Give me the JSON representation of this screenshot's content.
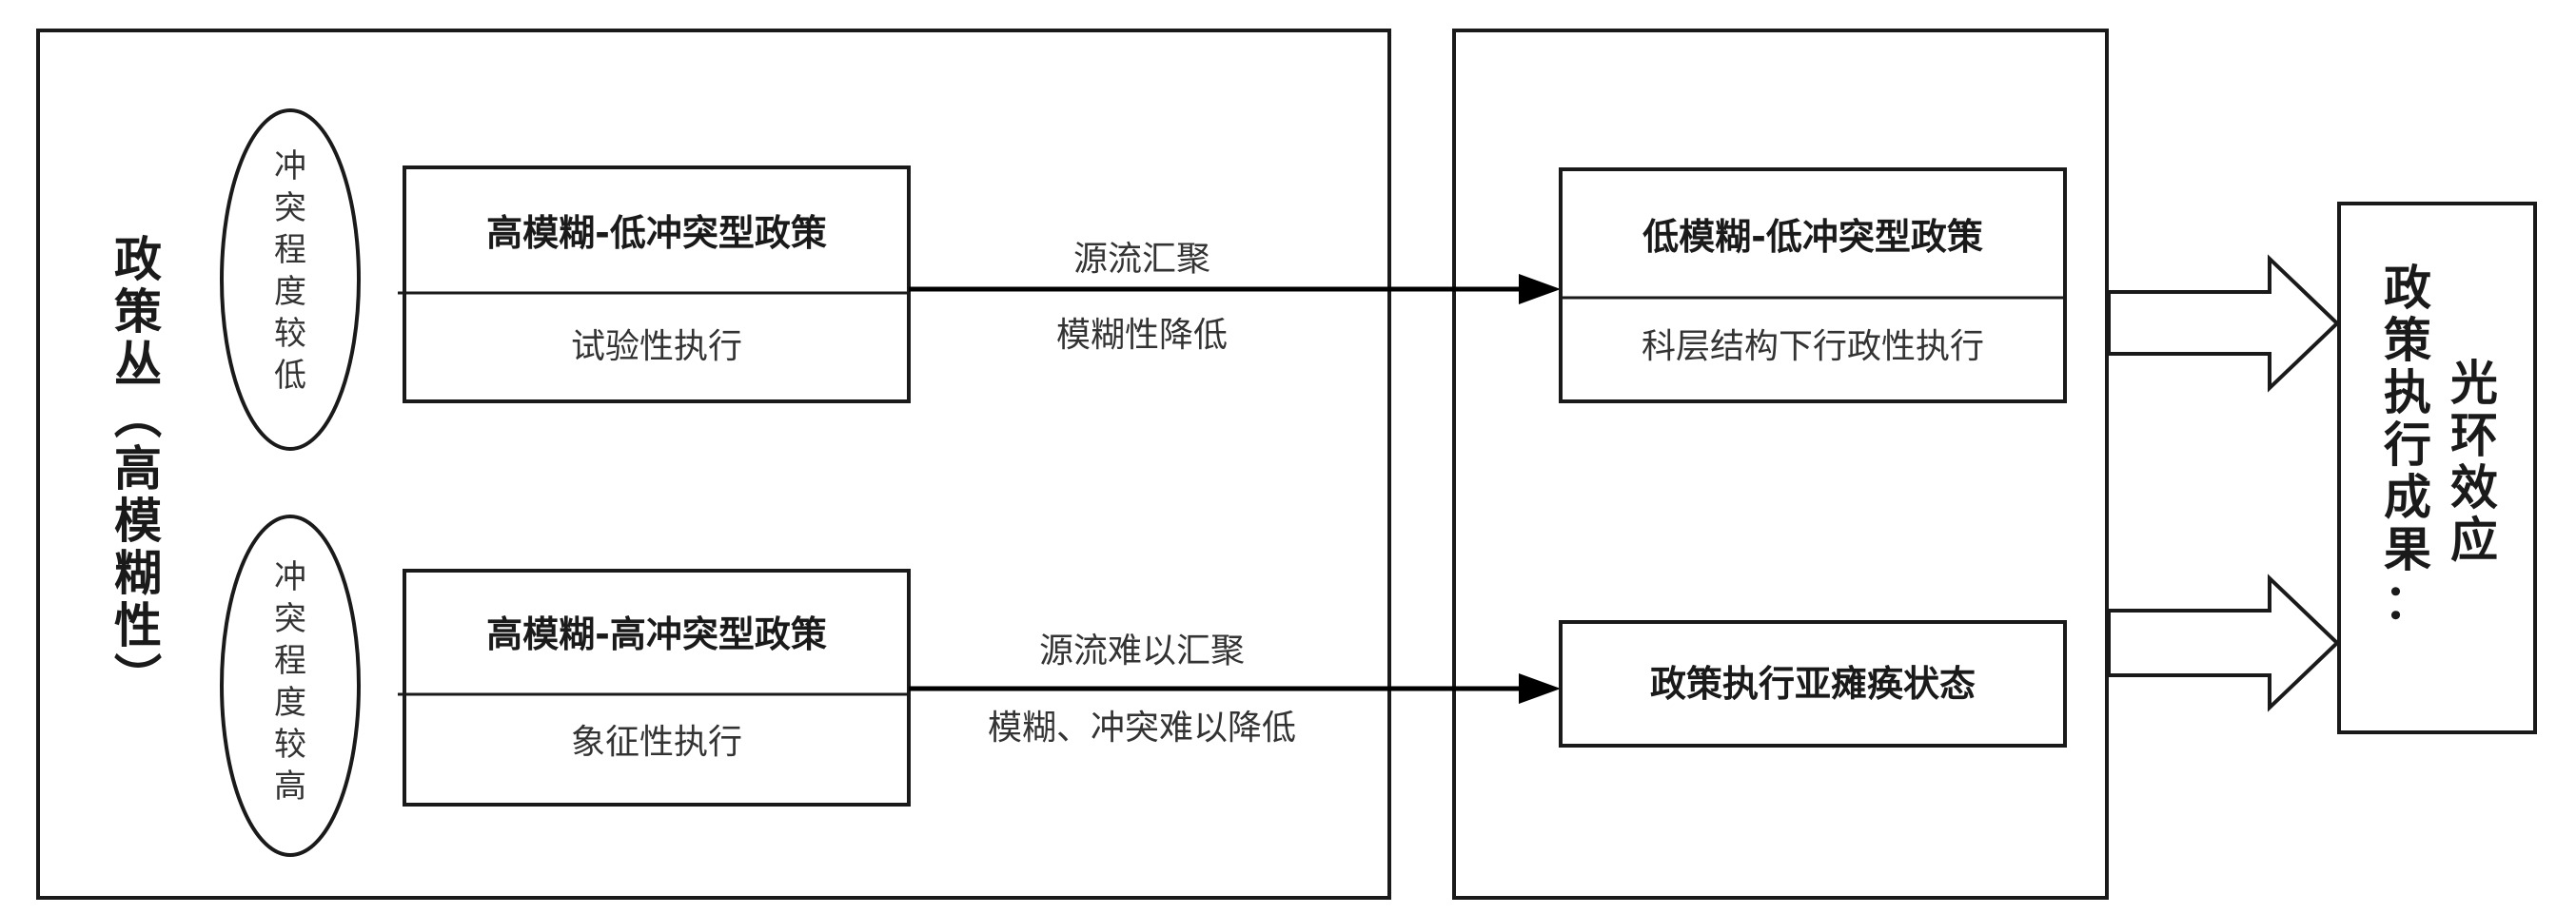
{
  "left_panel": {
    "title_chars": [
      "政",
      "策",
      "丛",
      "︵",
      "高",
      "模",
      "糊",
      "性",
      "︶"
    ]
  },
  "ellipses": [
    {
      "chars": [
        "冲",
        "突",
        "程",
        "度",
        "较",
        "低"
      ]
    },
    {
      "chars": [
        "冲",
        "突",
        "程",
        "度",
        "较",
        "高"
      ]
    }
  ],
  "policy_boxes": [
    {
      "title": "高模糊-低冲突型政策",
      "subtitle": "试验性执行"
    },
    {
      "title": "高模糊-高冲突型政策",
      "subtitle": "象征性执行"
    }
  ],
  "arrow_labels": [
    {
      "top": "源流汇聚",
      "bottom": "模糊性降低"
    },
    {
      "top": "源流难以汇聚",
      "bottom": "模糊、冲突难以降低"
    }
  ],
  "result_boxes": [
    {
      "title": "低模糊-低冲突型政策",
      "subtitle": "科层结构下行政性执行"
    },
    {
      "title": "政策执行亚瘫痪状态"
    }
  ],
  "outcome": {
    "col1": [
      "政",
      "策",
      "执",
      "行",
      "成",
      "果",
      "："
    ],
    "col2": [
      "光",
      "环",
      "效",
      "应"
    ]
  },
  "colors": {
    "stroke": "#1a1a1a",
    "arrow": "#000000",
    "background": "#ffffff"
  }
}
